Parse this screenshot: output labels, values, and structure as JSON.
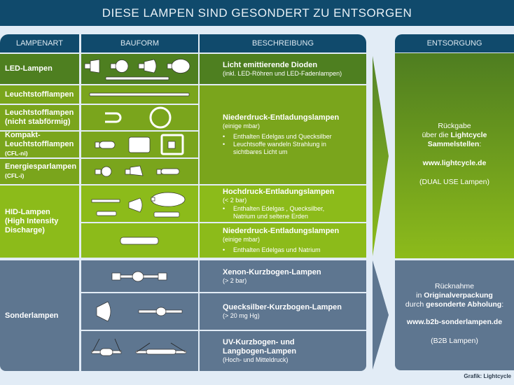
{
  "title": "DIESE LAMPEN SIND GESONDERT ZU ENTSORGEN",
  "headers": {
    "lampenart": "LAMPENART",
    "bauform": "BAUFORM",
    "beschreibung": "BESCHREIBUNG",
    "entsorgung": "ENTSORGUNG"
  },
  "rows": {
    "led": {
      "label": "LED-Lampen",
      "desc_title": "Licht emittierende Dioden",
      "desc_sub": "(inkl. LED-Röhren und LED-Fadenlampen)"
    },
    "leucht": {
      "label": "Leuchtstofflampen"
    },
    "leucht_ns": {
      "label": "Leuchtstofflampen",
      "label2": "(nicht stabförmig)"
    },
    "kompakt": {
      "label": "Kompakt-",
      "label2": "Leuchtstofflampen",
      "label3": "(CFL-ni)"
    },
    "energie": {
      "label": "Energiesparlampen",
      "label2": "(CFL-i)"
    },
    "nd": {
      "desc_title": "Niederdruck-Entladungslampen",
      "desc_sub": "(einige mbar)",
      "bullets": [
        "Enthalten Edelgas und Quecksilber",
        "Leuchtsoffe wandeln Strahlung in sichtbares Licht um"
      ]
    },
    "hid": {
      "label": "HID-Lampen",
      "label2": "(High Intensity",
      "label3": "Discharge)",
      "hd_title": "Hochdruck-Entladungslampen",
      "hd_sub": "(< 2 bar)",
      "hd_bullet": "Enthalten Edelgas , Quecksilber, Natrium und seltene Erden",
      "nd_title": "Niederdruck-Entladungslampen",
      "nd_sub": "(einige mbar)",
      "nd_bullet": "Enthalten Edelgas und Natrium"
    },
    "sonder": {
      "label": "Sonderlampen",
      "x_title": "Xenon-Kurzbogen-Lampen",
      "x_sub": "(> 2 bar)",
      "q_title": "Quecksilber-Kurzbogen-Lampen",
      "q_sub": "(> 20 mg Hg)",
      "uv_title": "UV-Kurzbogen- und",
      "uv_title2": "Langbogen-Lampen",
      "uv_sub": "(Hoch- und Mitteldruck)"
    }
  },
  "disposal": {
    "green": {
      "l1": "Rückgabe",
      "l2a": "über die ",
      "l2b": "Lightcycle",
      "l3": "Sammelstellen",
      "l3c": ":",
      "url": "www.lightcycle.de",
      "note": "(DUAL USE Lampen)"
    },
    "blue": {
      "l1": "Rücknahme",
      "l2a": "in ",
      "l2b": "Originalverpackung",
      "l3a": "durch ",
      "l3b": "gesonderte Abholung",
      "l3c": ":",
      "url": "www.b2b-sonderlampen.de",
      "note": "(B2B Lampen)"
    }
  },
  "credit": "Grafik: Lightcycle",
  "colors": {
    "navy": "#104a6c",
    "dark_green": "#4e7f20",
    "mid_green": "#7aa51c",
    "light_green": "#8cbb1a",
    "slate_blue": "#5e7690",
    "background": "#e2ecf6"
  }
}
